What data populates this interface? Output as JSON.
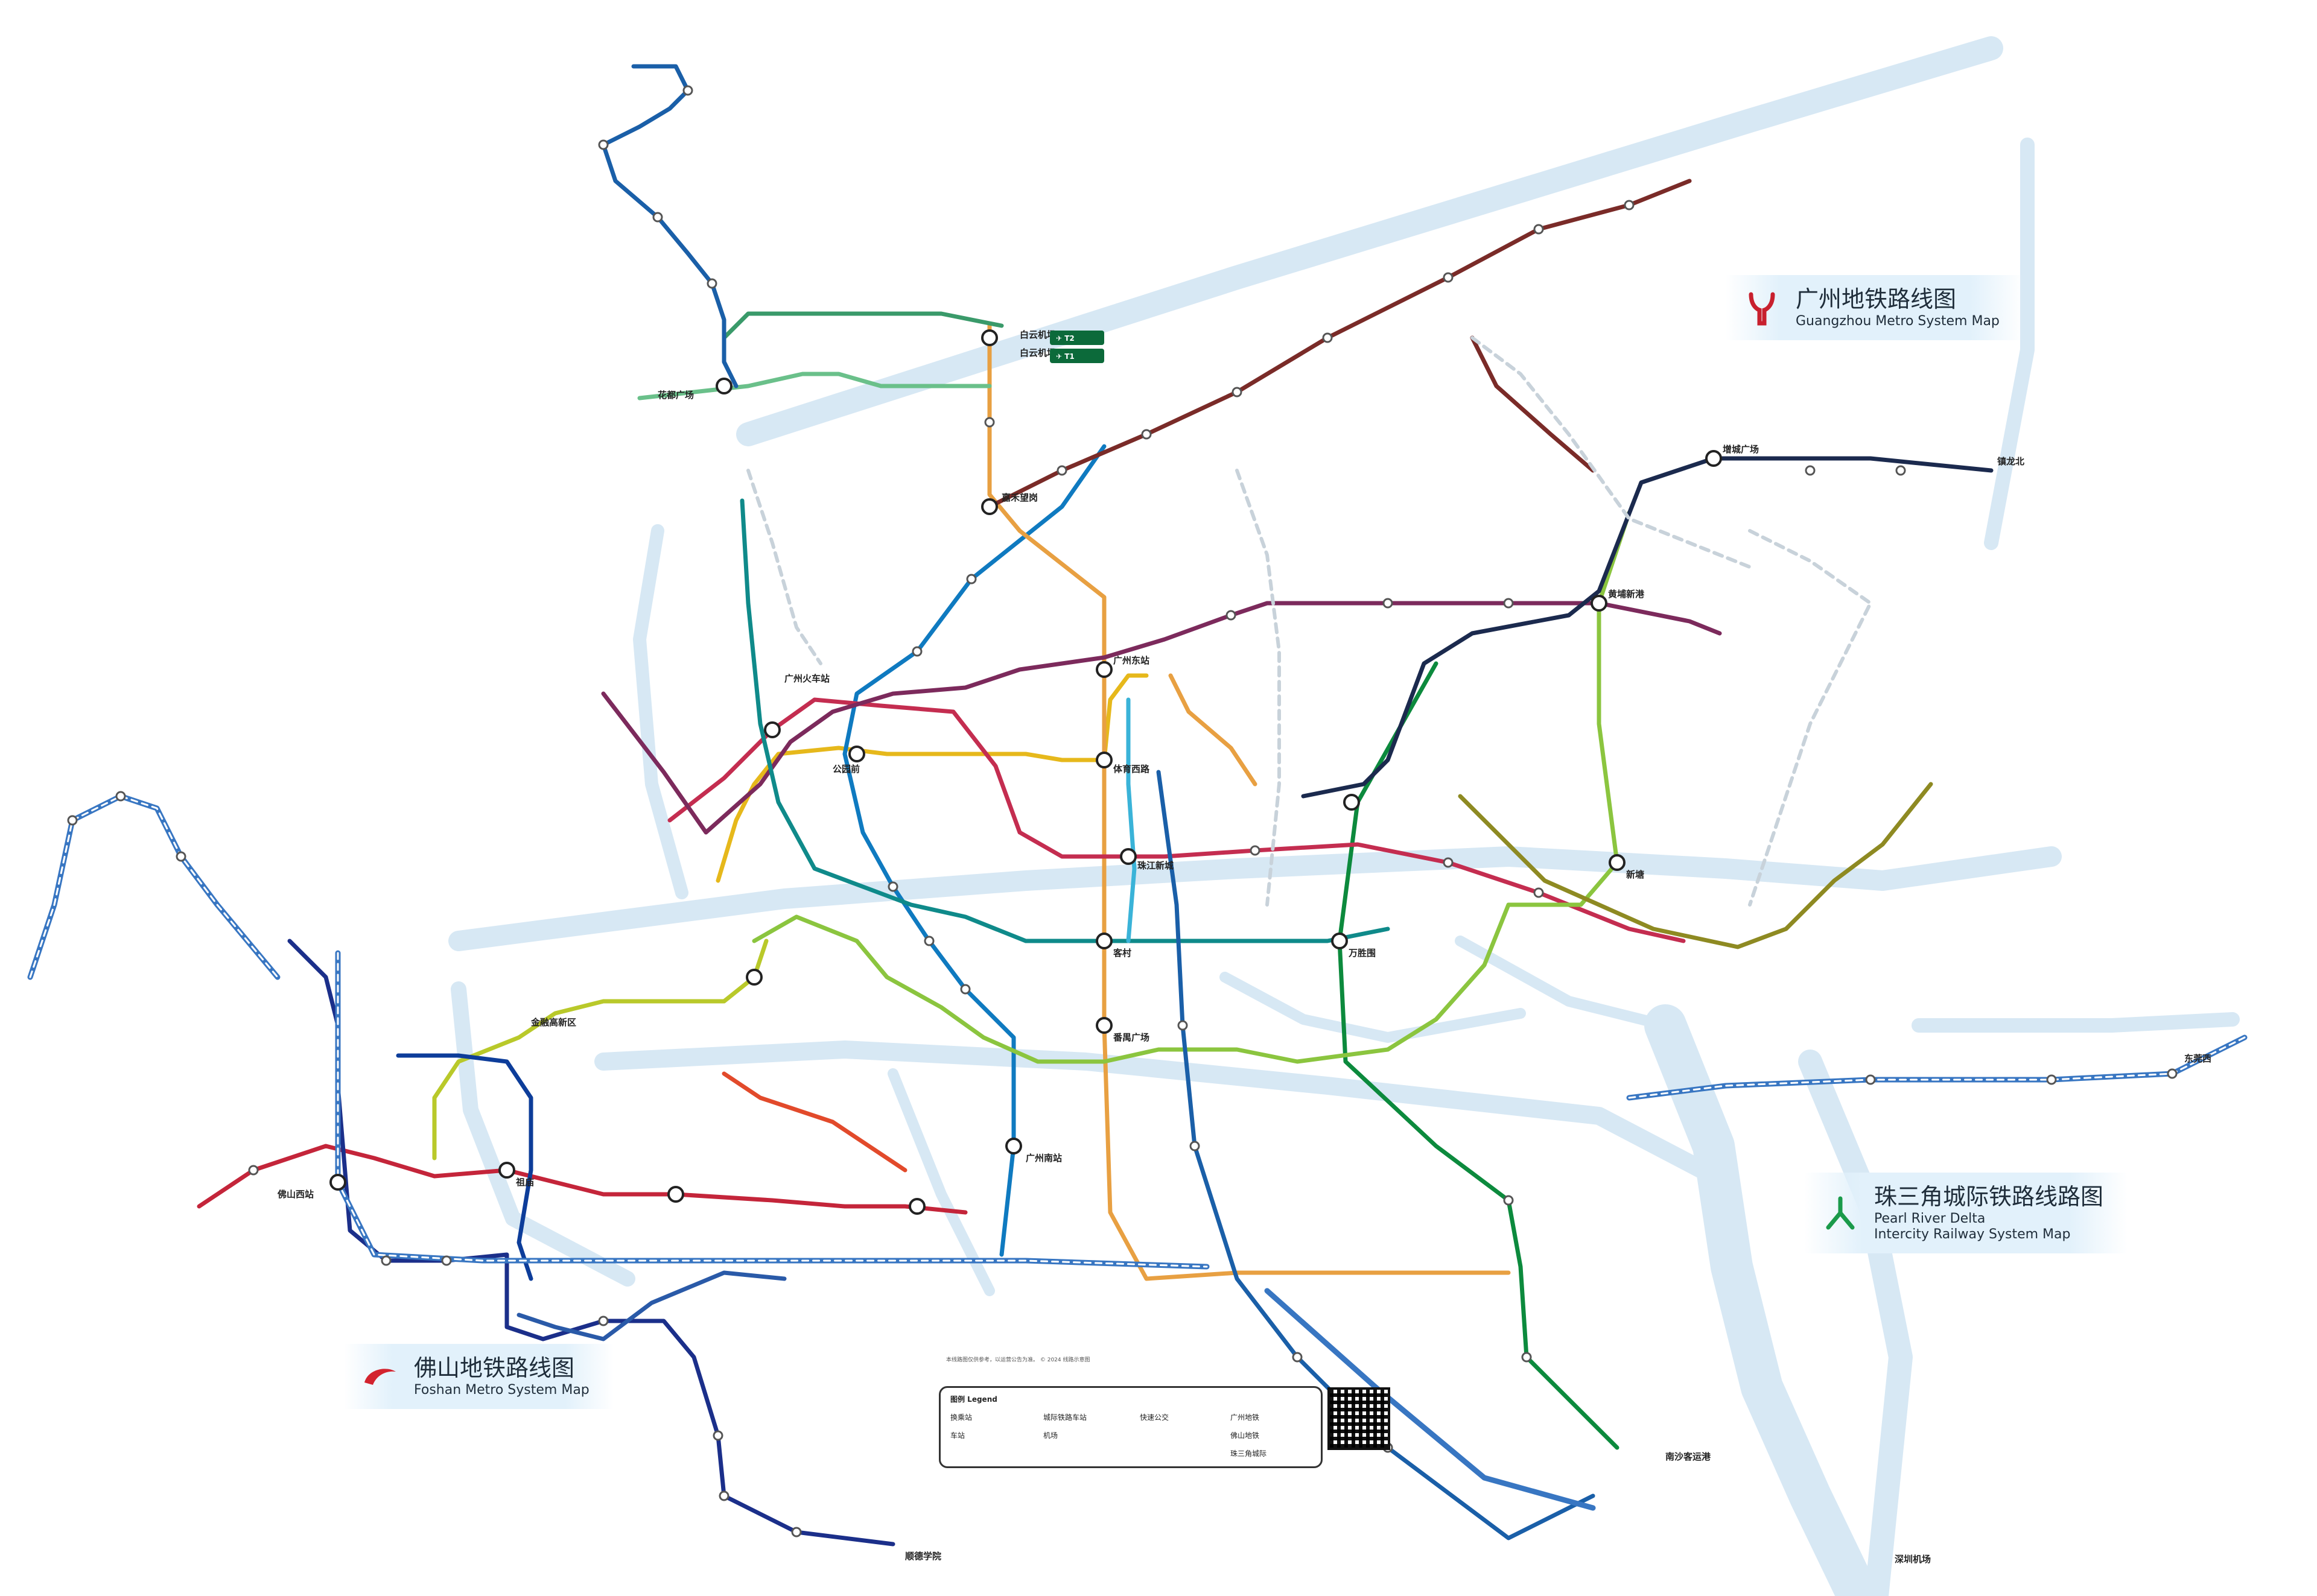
{
  "titles": {
    "guangzhou": {
      "zh": "广州地铁路线图",
      "en": "Guangzhou Metro System Map"
    },
    "prd": {
      "zh": "珠三角城际铁路线路图",
      "en": "Pearl River Delta",
      "en2": "Intercity Railway System Map"
    },
    "foshan": {
      "zh": "佛山地铁路线图",
      "en": "Foshan Metro System Map"
    }
  },
  "colors": {
    "water": "#cfe3f1",
    "gz_line1": "#e6b81b",
    "gz_line2": "#0f7ac0",
    "gz_line3": "#e8a042",
    "gz_line4": "#0c8a3d",
    "gz_line5": "#c42d50",
    "gz_line6": "#7c2a5c",
    "gz_line7": "#8bc53f",
    "gz_line8": "#0f8a8a",
    "gz_line9": "#6ac08a",
    "gz_line13": "#8e8a22",
    "gz_line14": "#7a2b28",
    "gz_line18": "#1a5fa8",
    "gz_line21": "#1b2a4e",
    "gz_gf": "#b9c92a",
    "fs_line2": "#c4253a",
    "fs_line3": "#1b2f8a",
    "prd_rail": "#3876c2"
  },
  "stations": {
    "airport_t2": "白云机场T2",
    "airport_t1": "白云机场T1",
    "jiahewanggang": "嘉禾望岗",
    "tiyuxilu": "体育西路",
    "zhujiangxincheng": "珠江新城",
    "guangzhoudong": "广州东站",
    "guangzhounan": "广州南站",
    "guangzhouhuochezhan": "广州火车站",
    "gongyuanqian": "公园前",
    "kecun": "客村",
    "wanshengwei": "万胜围",
    "panyuguangchang": "番禺广场",
    "nansha": "南沙客运港",
    "zengcheng": "增城广场",
    "zhenlongbei": "镇龙北",
    "huadu": "花都广场",
    "xinyuan": "新塘",
    "jinjiaochang": "金融高新区",
    "zumiao": "祖庙",
    "foshanxi": "佛山西站",
    "shunde": "顺德学院",
    "huangpu": "黄埔新港",
    "dongguan": "东莞西",
    "shenzhen": "深圳机场"
  },
  "legend": {
    "heading": "图例 Legend",
    "items": [
      "换乘站",
      "车站",
      "城际铁路车站",
      "机场",
      "快速公交",
      "广州地铁",
      "佛山地铁",
      "珠三角城际"
    ]
  },
  "notes": "本线路图仅供参考，以运营公告为准。 © 2024 线路示意图"
}
